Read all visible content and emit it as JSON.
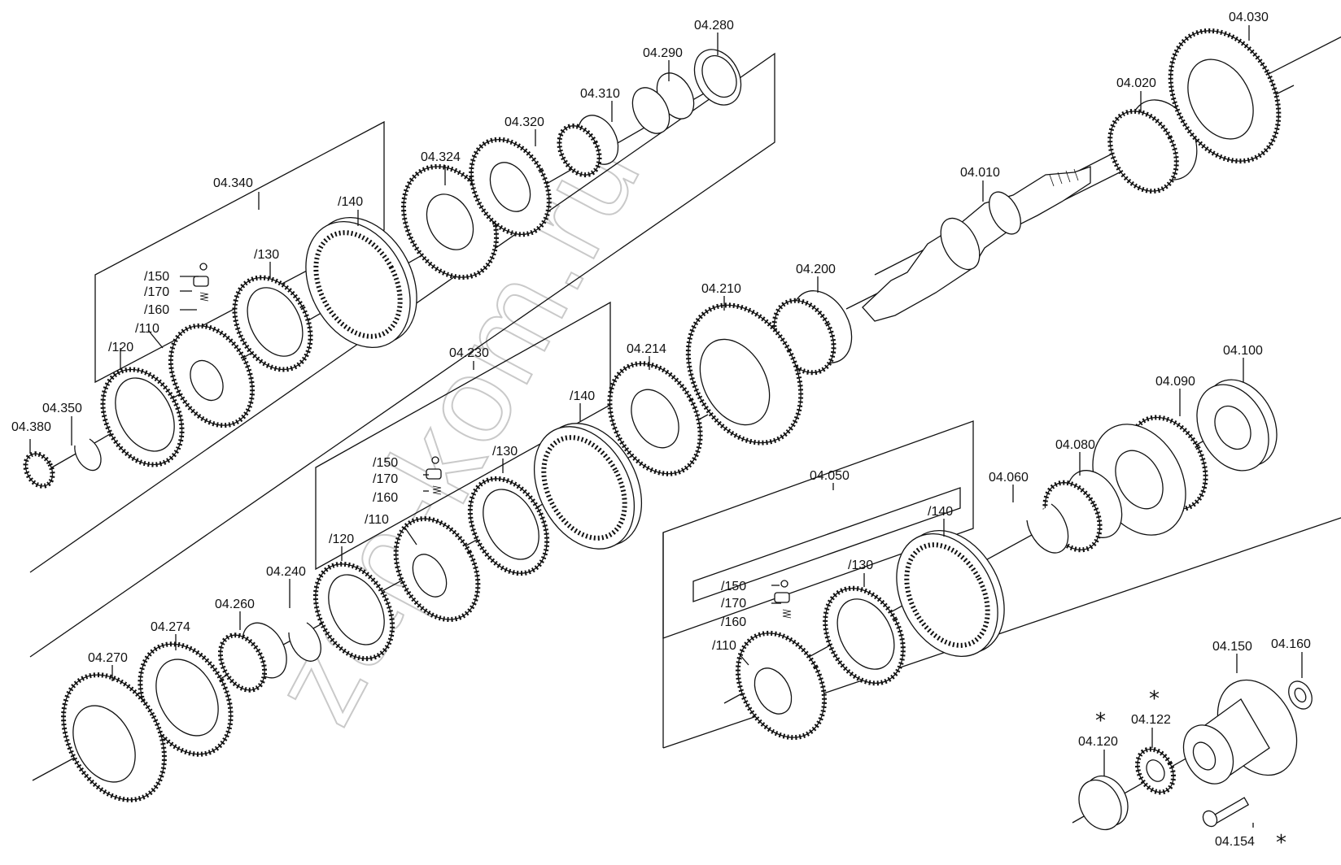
{
  "groups": {
    "g340": "04.340",
    "g230": "04.230",
    "g050": "04.050"
  },
  "parts": {
    "p280": "04.280",
    "p290": "04.290",
    "p310": "04.310",
    "p320": "04.320",
    "p324": "04.324",
    "p350": "04.350",
    "p380": "04.380",
    "p030": "04.030",
    "p020": "04.020",
    "p010": "04.010",
    "p200": "04.200",
    "p210": "04.210",
    "p214": "04.214",
    "p240": "04.240",
    "p260": "04.260",
    "p274": "04.274",
    "p270": "04.270",
    "p100": "04.100",
    "p090": "04.090",
    "p080": "04.080",
    "p060": "04.060",
    "p150": "04.150",
    "p160": "04.160",
    "p120": "04.120",
    "p122": "04.122",
    "p154": "04.154"
  },
  "subparts": {
    "s110": "/110",
    "s120": "/120",
    "s130": "/130",
    "s140": "/140",
    "s150": "/150",
    "s160": "/160",
    "s170": "/170"
  },
  "marks": {
    "asterisk": "*"
  },
  "watermark": "zap-kom.ru"
}
